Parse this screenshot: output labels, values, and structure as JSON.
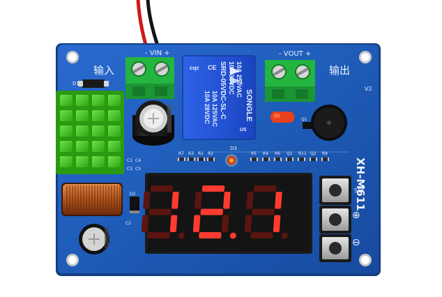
{
  "board": {
    "model": "XH-M611",
    "version": "V2",
    "input_label": "输入",
    "output_label": "输出",
    "vout_label": "- VOUT +",
    "vin_label": "- VIN +",
    "d1_label": "D1",
    "d3_label": "D3",
    "q1_label": "Q1",
    "set_label": "SET",
    "plus_label": "⊕",
    "minus_label": "⊖",
    "resistors_left": [
      "R7",
      "R3",
      "R1",
      "R2"
    ],
    "resistors_right": [
      "R5",
      "R4",
      "R6",
      "Q1",
      "R11",
      "Q2",
      "R8"
    ],
    "caps_left": [
      "C1",
      "C4",
      "C3",
      "C5"
    ],
    "c2_label": "C2",
    "d2_label": "D2"
  },
  "relay": {
    "brand": "SONGLE",
    "rating_1": "10A 250VAC",
    "rating_2": "10A 30VDC",
    "rating_3": "SRD-05VDC-SL-C",
    "rating_4": "10A 125VAC",
    "rating_5": "10A 28VDC",
    "ce_mark": "CE",
    "cqc_mark": "cqc",
    "pin_mark": "1",
    "us_mark": "US"
  },
  "display": {
    "digits": [
      "12.1"
    ],
    "color_on": "#ff3b30",
    "color_off": "#5a1510"
  },
  "colors": {
    "pcb": "#1e5cb8",
    "pcb_edge": "#153f85",
    "terminal": "#1fae3c",
    "heatsink": "#3fc421",
    "relay": "#1f4fd6"
  }
}
